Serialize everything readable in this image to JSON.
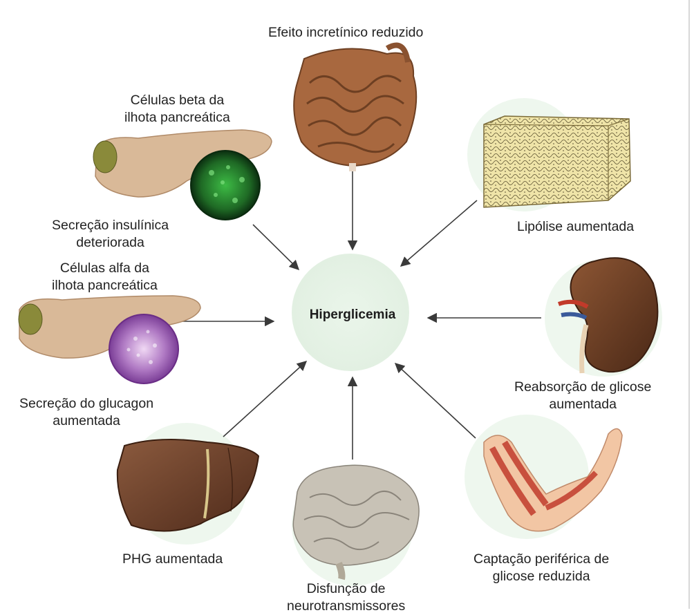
{
  "center": {
    "label": "Hiperglicemia"
  },
  "nodes": {
    "gut": {
      "label": "Efeito incretínico reduzido"
    },
    "beta": {
      "title_l1": "Células beta da",
      "title_l2": "ilhota pancreática",
      "caption_l1": "Secreção insulínica",
      "caption_l2": "deteriorada"
    },
    "alpha": {
      "title_l1": "Células alfa da",
      "title_l2": "ilhota pancreática",
      "caption_l1": "Secreção do glucagon",
      "caption_l2": "aumentada"
    },
    "fat": {
      "label": "Lipólise aumentada"
    },
    "kidney": {
      "label_l1": "Reabsorção de glicose",
      "label_l2": "aumentada"
    },
    "liver": {
      "label": "PHG aumentada"
    },
    "brain": {
      "label_l1": "Disfunção de",
      "label_l2": "neurotransmissores"
    },
    "muscle": {
      "label_l1": "Captação periférica de",
      "label_l2": "glicose reduzida"
    }
  },
  "colors": {
    "halo": "#e6f3e6",
    "arrow": "#3a3a3a",
    "gut": "#a8683f",
    "pancreas": "#d9b998",
    "gallbladder": "#8a8a3a",
    "beta_stain": "#2f9a3a",
    "alpha_stain": "#8a4bb0",
    "fat": "#e8dc9c",
    "kidney": "#6e3f26",
    "liver": "#6a3e28",
    "brain": "#c8c2b6",
    "muscle": "#c8503e"
  }
}
